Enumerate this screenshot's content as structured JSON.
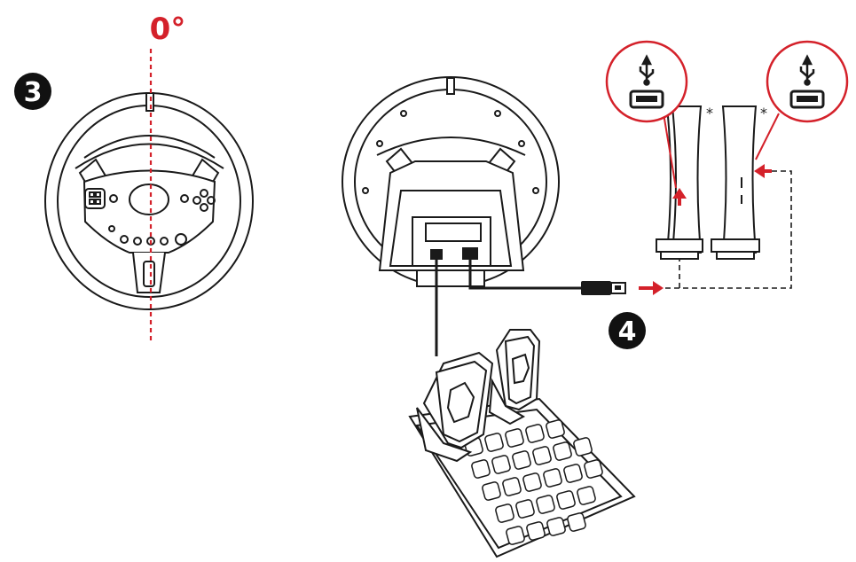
{
  "angle_label": "0°",
  "steps": {
    "step3": "3",
    "step4": "4"
  },
  "footnote_marks": {
    "console_a": "*",
    "console_b": "*"
  },
  "icons": {
    "usb_symbol": "usb-icon",
    "usb_port": "usb-port-icon"
  },
  "colors": {
    "accent": "#d4212a",
    "line": "#1a1a1a",
    "fill_light": "#ffffff",
    "fill_mid": "#e6e6e6"
  }
}
